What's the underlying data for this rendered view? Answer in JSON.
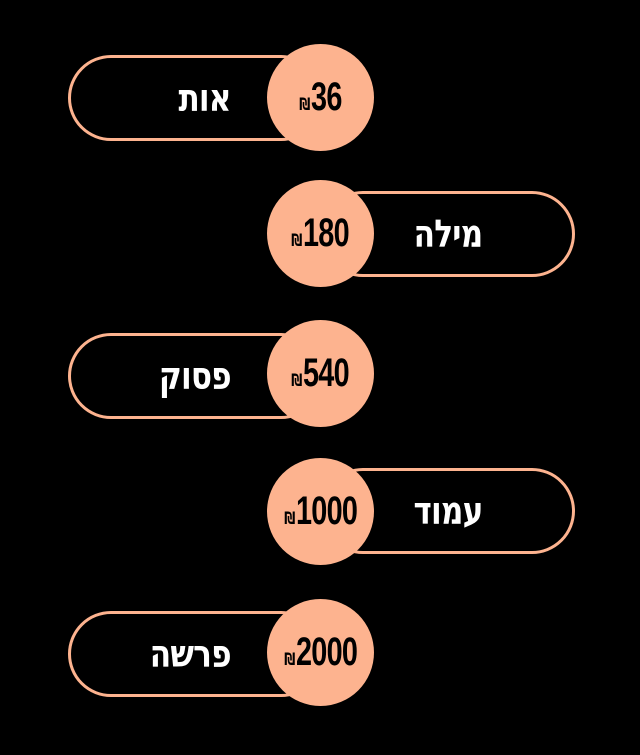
{
  "colors": {
    "background": "#000000",
    "accent": "#FDB38F",
    "label_text": "#FFFFFF",
    "price_text": "#000000"
  },
  "currency_symbol": "₪",
  "tiers": [
    {
      "label": "אות",
      "price": "36",
      "side": "left"
    },
    {
      "label": "מילה",
      "price": "180",
      "side": "right"
    },
    {
      "label": "פסוק",
      "price": "540",
      "side": "left"
    },
    {
      "label": "עמוד",
      "price": "1000",
      "side": "right"
    },
    {
      "label": "פרשה",
      "price": "2000",
      "side": "left"
    }
  ]
}
